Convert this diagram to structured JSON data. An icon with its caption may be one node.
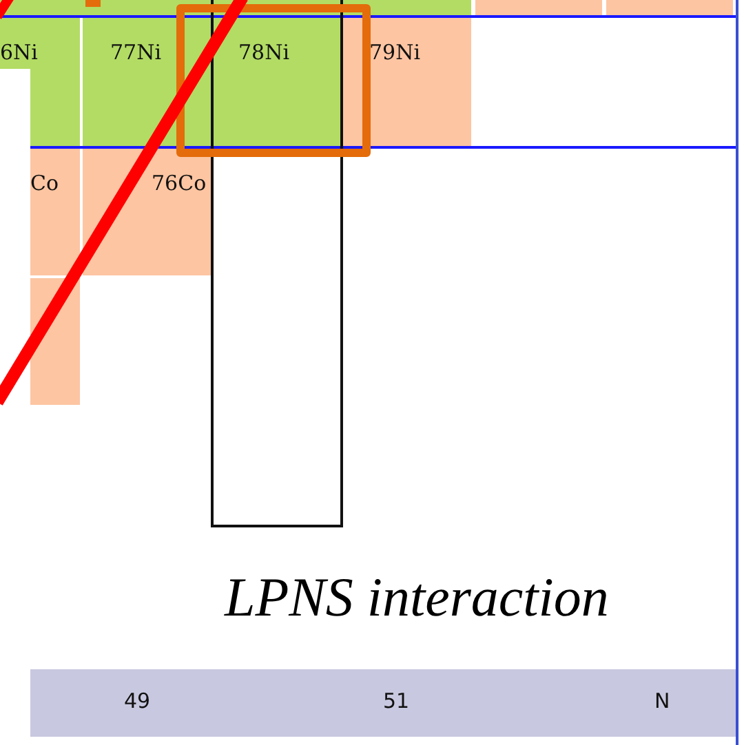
{
  "diagram": {
    "labels": [
      "6Ni",
      "77Ni",
      "78Ni",
      "79Ni",
      "Co",
      "76Co",
      "LPNS interaction",
      "49",
      "51",
      "N"
    ]
  }
}
